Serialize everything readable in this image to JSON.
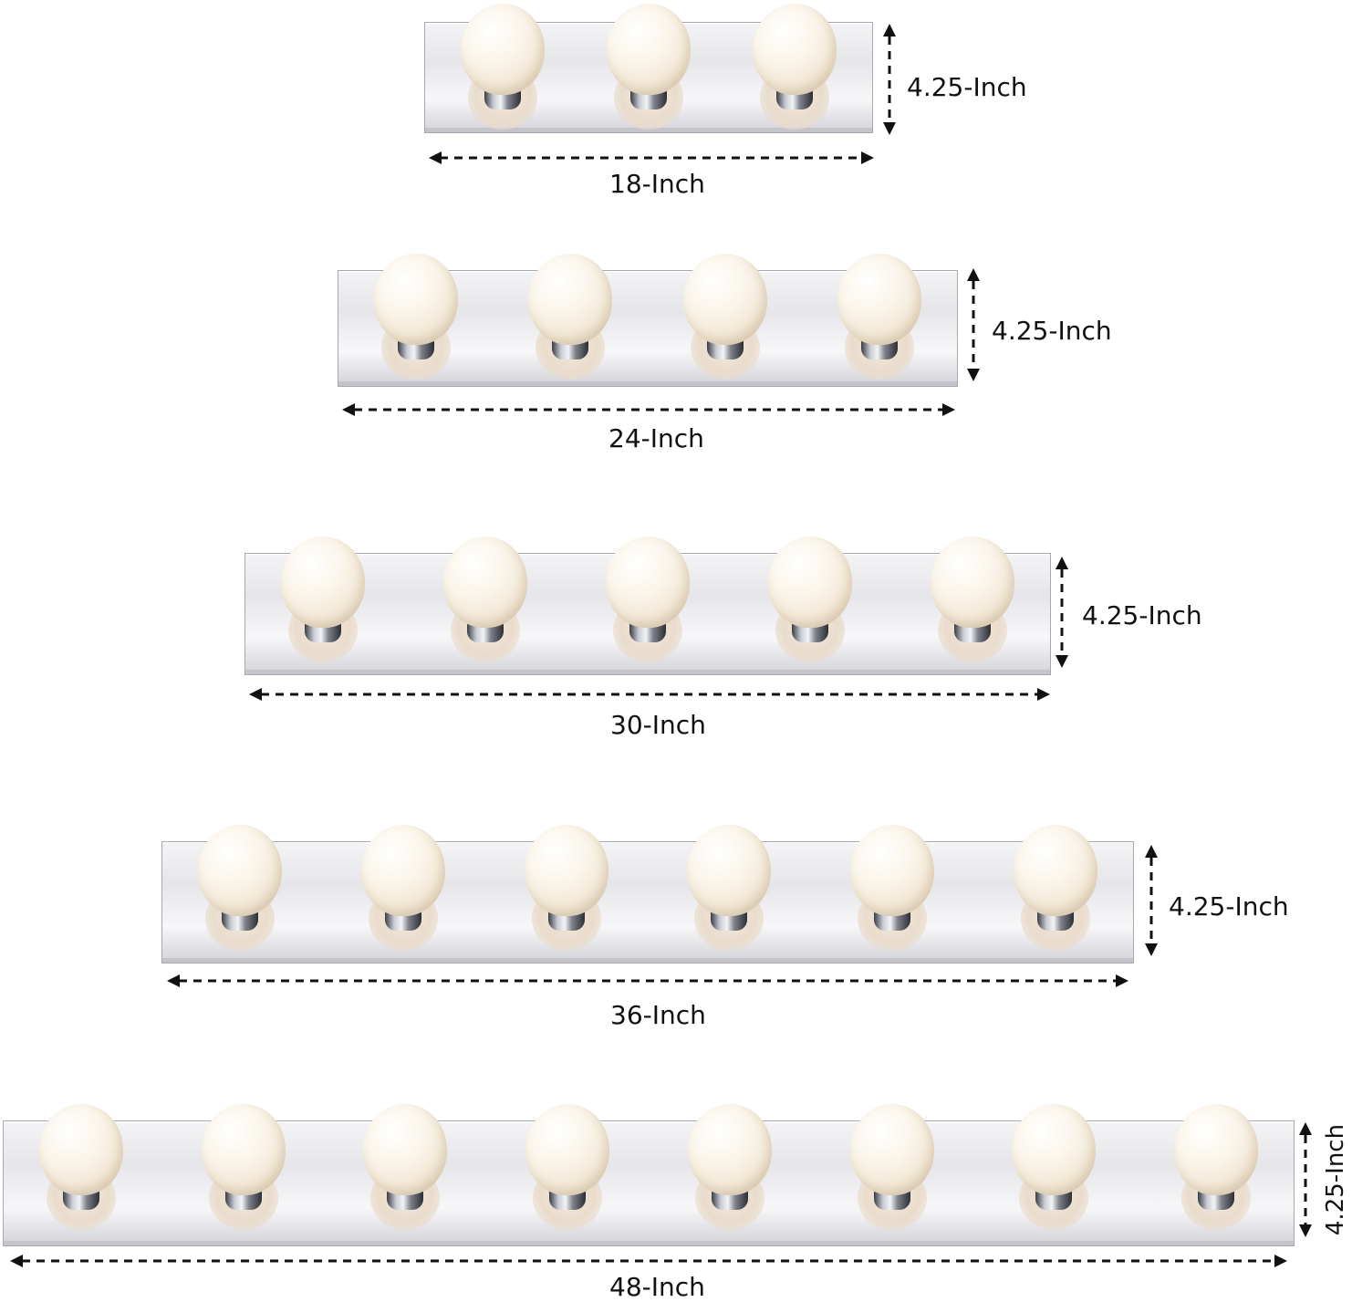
{
  "fixtures": [
    {
      "bulbs": 3,
      "width_label": "18-Inch",
      "height_label": "4.25-Inch"
    },
    {
      "bulbs": 4,
      "width_label": "24-Inch",
      "height_label": "4.25-Inch"
    },
    {
      "bulbs": 5,
      "width_label": "30-Inch",
      "height_label": "4.25-Inch"
    },
    {
      "bulbs": 6,
      "width_label": "36-Inch",
      "height_label": "4.25-Inch"
    },
    {
      "bulbs": 8,
      "width_label": "48-Inch",
      "height_label": "4.25-Inch"
    }
  ],
  "colors": {
    "arrow": "#111111",
    "plate": "#e8e8ec",
    "bulb": "#f6eee0"
  }
}
